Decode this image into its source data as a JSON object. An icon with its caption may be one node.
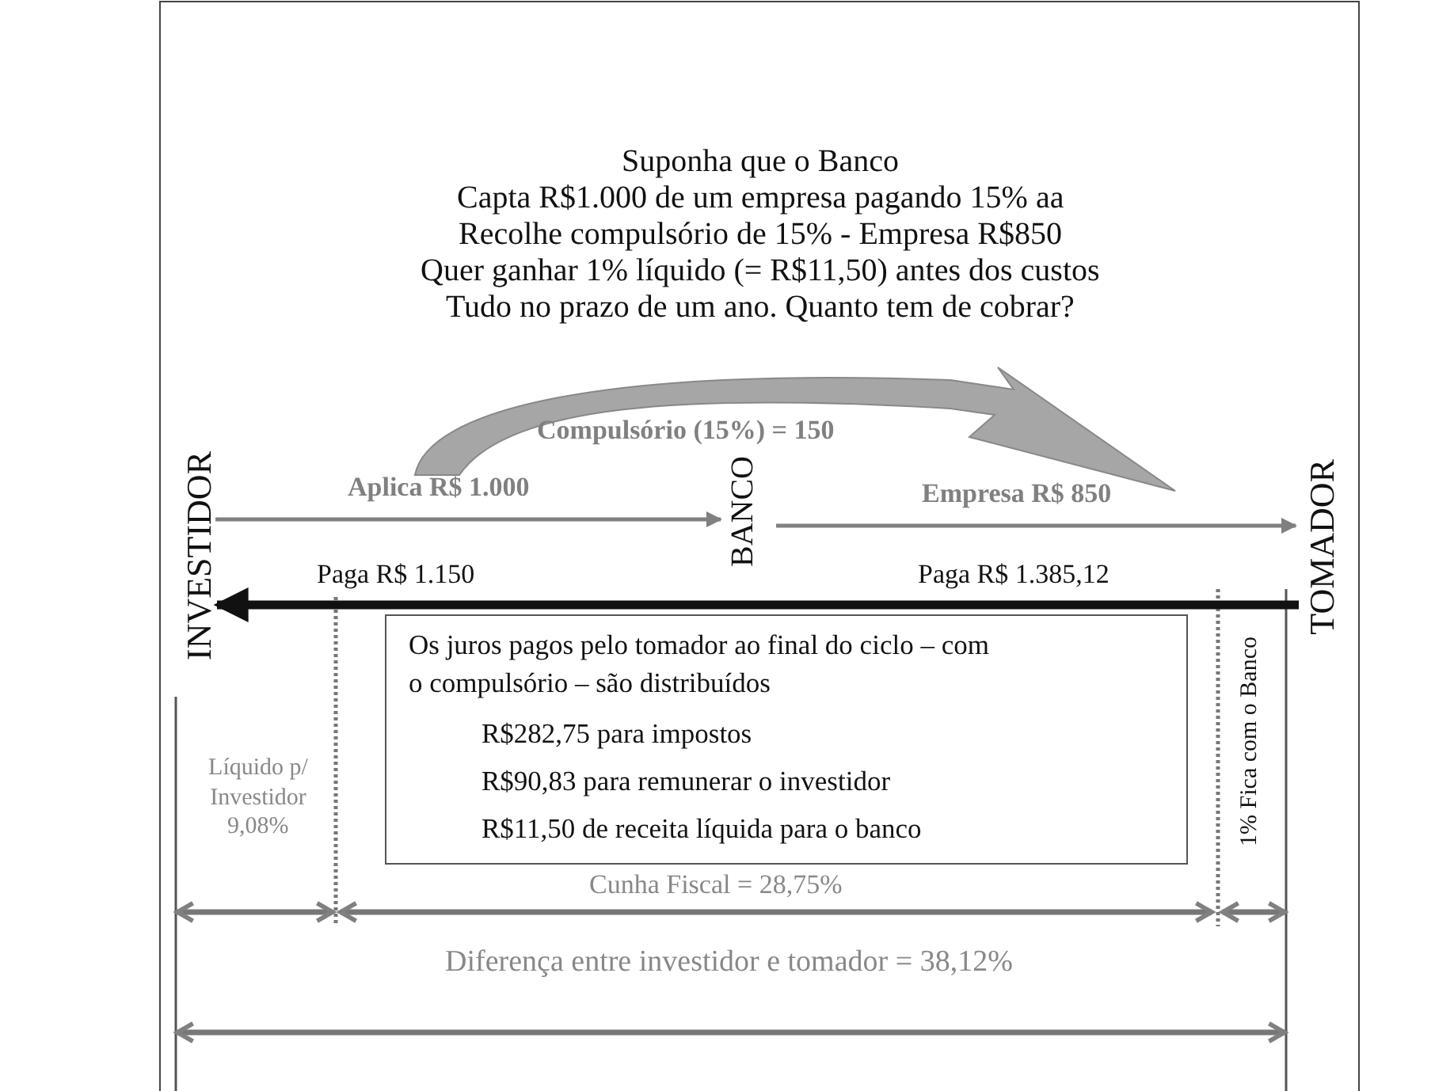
{
  "diagram": {
    "title": "Suponha que o Banco",
    "nodes": [
      {
        "text": [
          "INVESTIDOR"
        ]
      },
      {
        "text": [
          "BANCO"
        ]
      },
      {
        "text": [
          "TOMADOR"
        ]
      },
      {
        "text": [
          "Os juros pagos pelo tomador ao final do ciclo – com o compulsório – são distribuídos",
          "R$282,75 para impostos",
          "R$90,83 para remunerar o investidor",
          "R$11,50 de receita líquida para o banco"
        ]
      }
    ],
    "edges": [
      {
        "from": 0,
        "to": 1,
        "arrow": "to",
        "label": "Aplica R$ 1.000",
        "color": "#808080"
      },
      {
        "from": 1,
        "to": 2,
        "arrow": "to",
        "label": "Empresa R$ 850",
        "color": "#808080"
      },
      {
        "from": 2,
        "to": 0,
        "arrow": "to",
        "label": "Paga R$ 1.385,12",
        "style": "thick",
        "color": "#111111"
      }
    ],
    "labels": [
      "Capta R$1.000 de um empresa pagando 15% aa",
      "Recolhe compulsório de 15% - Empresa R$850",
      "Quer ganhar 1% líquido (= R$11,50) antes dos custos",
      "Tudo no prazo de um ano. Quanto tem de cobrar?",
      "Compulsório (15%) = 150",
      "Paga R$ 1.150",
      "Líquido p/ Investidor",
      "9,08%",
      "Cunha Fiscal = 28,75%",
      "1% Fica com o Banco",
      "Diferença entre investidor e tomador = 38,12%"
    ]
  }
}
